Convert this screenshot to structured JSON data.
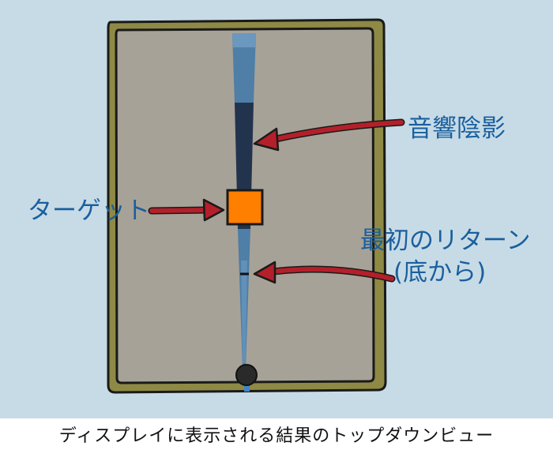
{
  "labels": {
    "acoustic_shadow": "音響陰影",
    "target": "ターゲット",
    "first_return_line1": "最初のリターン",
    "first_return_line2": "(底から)"
  },
  "caption": "ディスプレイに表示される結果のトップダウンビュー",
  "colors": {
    "background": "#c7dbe6",
    "screen_fill": "#a7a297",
    "bezel": "#8e8a45",
    "beam_light": "#4f7ea7",
    "beam_dark": "#22344d",
    "target": "#ff7f00",
    "arrow": "#b3202a",
    "label_text": "#1a5f9e"
  }
}
